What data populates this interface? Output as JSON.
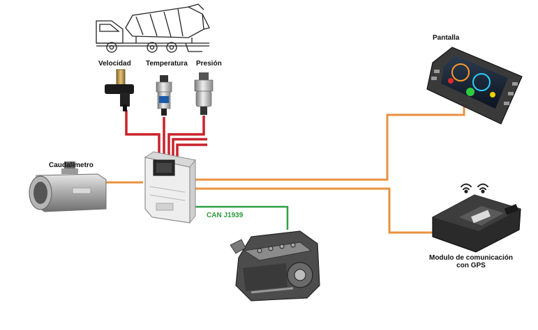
{
  "labels": {
    "velocidad": "Velocidad",
    "temperatura": "Temperatura",
    "presion": "Presión",
    "pantalla": "Pantalla",
    "caudalimetro": "Caudalimetro",
    "can": "CAN J1939",
    "modulo_line1": "Modulo de comunicación",
    "modulo_line2": "con GPS"
  },
  "colors": {
    "sensor_wires": "#c8232c",
    "data_links": "#e8913f",
    "can_bus": "#2ea043",
    "can_text": "#2a9a3a"
  },
  "icons": {
    "truck": "concrete-mixer-truck-icon",
    "speed_sensor": "speed-sensor-icon",
    "temp_sensor": "temperature-sensor-icon",
    "pressure_sensor": "pressure-sensor-icon",
    "ecu": "controller-ecu-icon",
    "flowmeter": "flowmeter-icon",
    "display": "display-panel-icon",
    "gps_module": "gps-communication-module-icon",
    "engine": "engine-icon",
    "wifi": "wireless-signal-icon"
  }
}
